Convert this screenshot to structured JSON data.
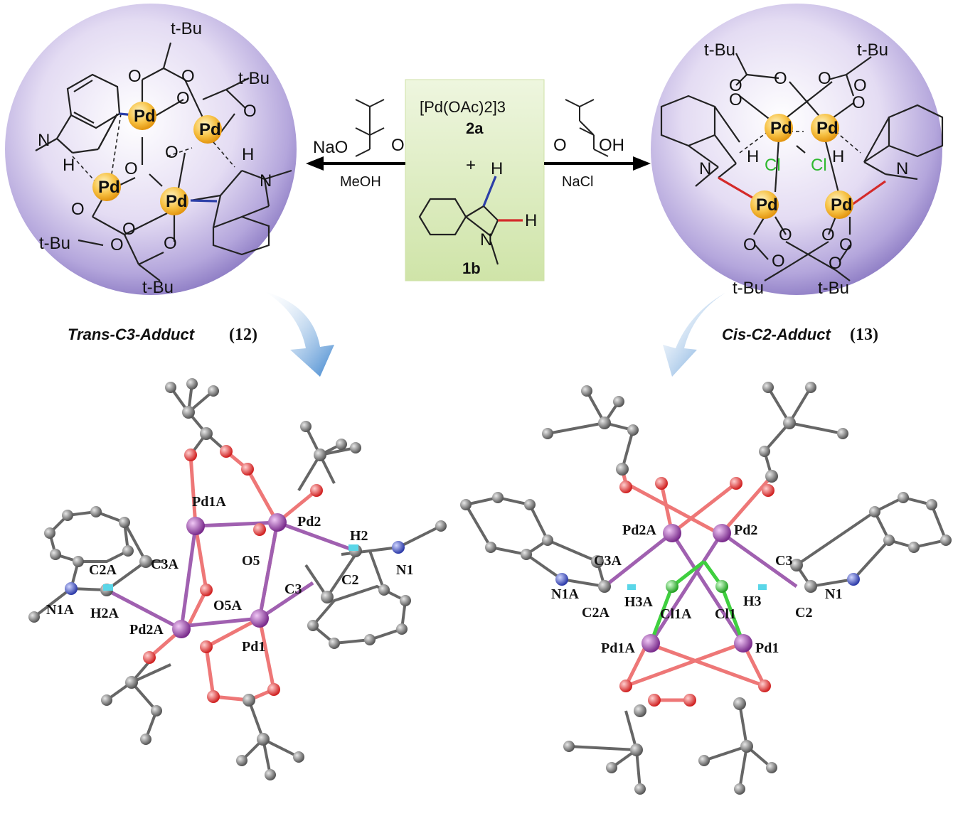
{
  "reagents": {
    "center_catalyst": "[Pd(OAc)2]3",
    "center_catalyst_label": "2a",
    "plus": "+",
    "center_substrate_label": "1b",
    "left_additive": "NaO",
    "left_solvent": "MeOH",
    "right_additive": "OH",
    "right_salt": "NaCl"
  },
  "atoms": {
    "pd": "Pd",
    "o": "O",
    "n": "N",
    "h": "H",
    "cl": "Cl",
    "tbu": "t-Bu"
  },
  "captions": {
    "left_title": "Trans-C3-Adduct",
    "left_number": "(12)",
    "right_title": "Cis-C2-Adduct",
    "right_number": "(13)"
  },
  "left_crystal_labels": [
    "Pd1A",
    "Pd2",
    "H2",
    "O5",
    "C2A",
    "C3A",
    "C3",
    "C2",
    "N1",
    "N1A",
    "H2A",
    "O5A",
    "Pd2A",
    "Pd1"
  ],
  "right_crystal_labels": [
    "Pd2A",
    "Pd2",
    "C3A",
    "C3",
    "N1A",
    "N1",
    "C2A",
    "H3A",
    "Cl1A",
    "Cl1",
    "H3",
    "C2",
    "Pd1A",
    "Pd1"
  ],
  "colors": {
    "sphere": "#9f8fd0",
    "pd_atom": "#f2a41a",
    "blue_bond": "#2c3fa8",
    "red_bond": "#d42a2a",
    "chloride": "#2fb82f",
    "center_box": "#d9ebbb",
    "arrow": "#5a9bd5",
    "crystal_pd": "#8e3fa0",
    "crystal_o": "#e53c3c",
    "crystal_c": "#7a7a7a",
    "crystal_n": "#4a58c8",
    "crystal_h": "#5ad6e8",
    "crystal_cl": "#3fcf3f"
  }
}
